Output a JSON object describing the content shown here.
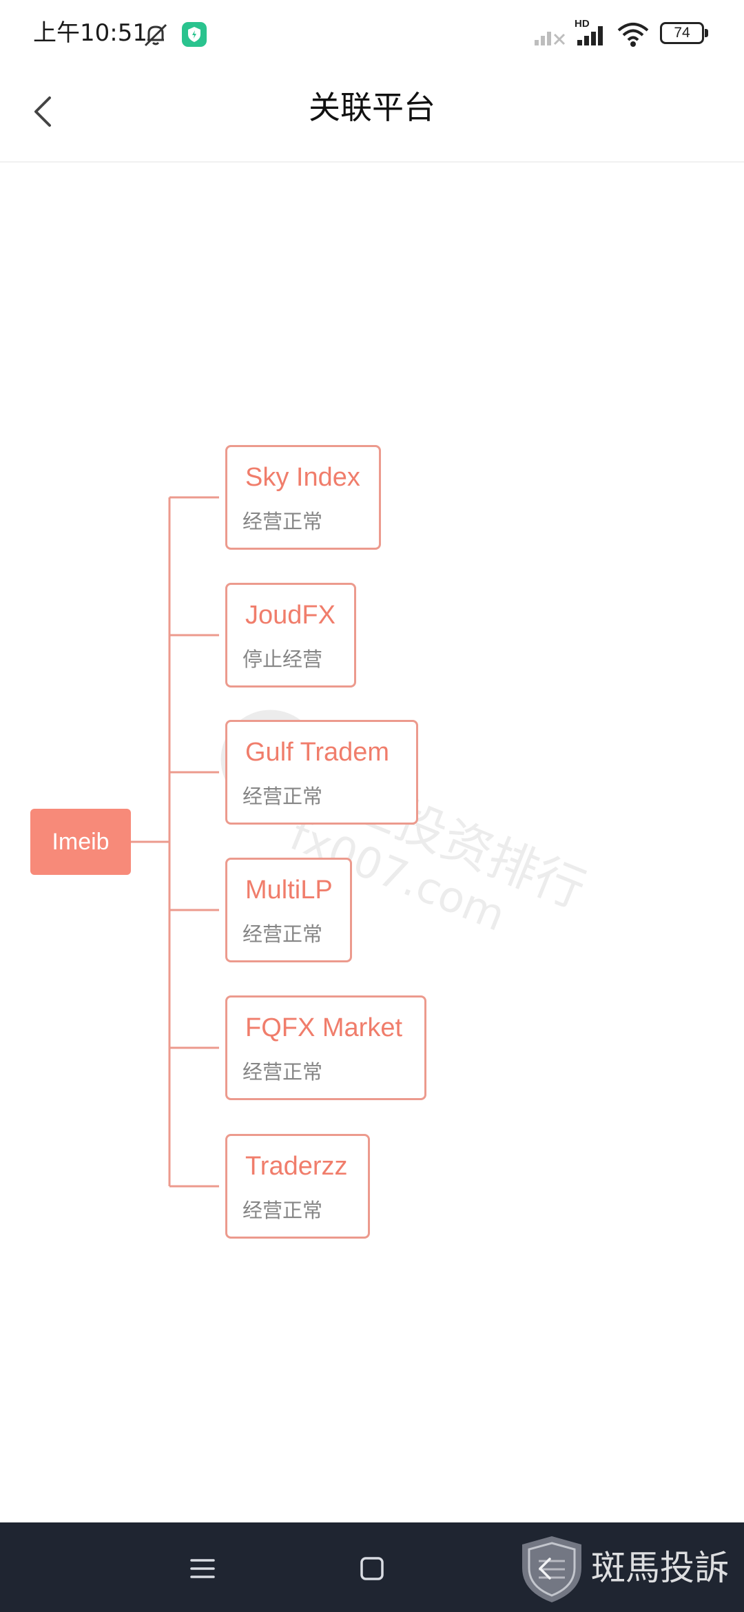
{
  "status_bar": {
    "time": "上午10:51",
    "network_label": "HD",
    "battery": "74"
  },
  "header": {
    "title": "关联平台"
  },
  "tree": {
    "root": {
      "label": "Imeib"
    },
    "children": [
      {
        "name": "Sky Index",
        "status": "经营正常"
      },
      {
        "name": "JoudFX",
        "status": "停止经营"
      },
      {
        "name": "Gulf Tradem",
        "status": "经营正常"
      },
      {
        "name": "MultiLP",
        "status": "经营正常"
      },
      {
        "name": "FQFX Market",
        "status": "经营正常"
      },
      {
        "name": "Traderzz",
        "status": "经营正常"
      }
    ]
  },
  "watermark": {
    "text": "外汇投资排行",
    "url": "fx007.com"
  },
  "nav_bar": {
    "brand": "斑馬投訴"
  },
  "colors": {
    "accent": "#f78a79",
    "node_border": "#ec9a8d",
    "node_text": "#f07d6b",
    "status_text": "#858585",
    "nav_bg": "#1f2531"
  }
}
